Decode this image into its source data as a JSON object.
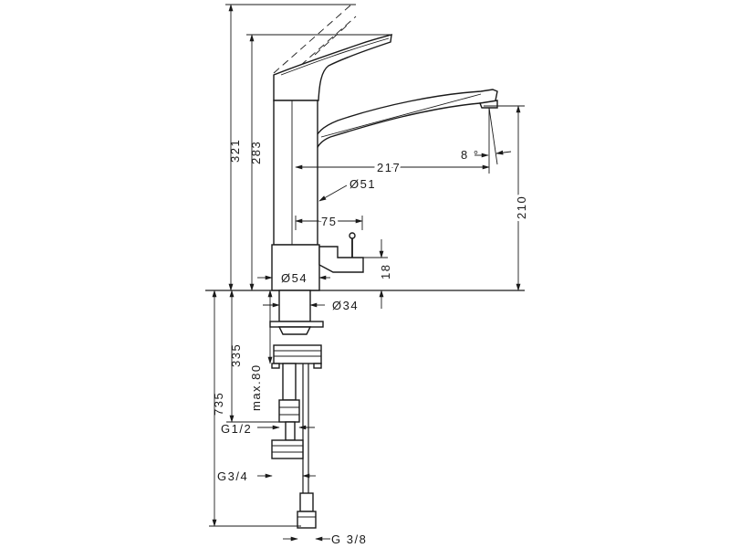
{
  "dimensions": {
    "total_height": "321",
    "spout_height": "283",
    "spout_reach": "217",
    "spout_angle": "8 °",
    "body_diameter": "Ø51",
    "body_to_lever": "75",
    "base_diameter": "Ø54",
    "base_height": "18",
    "shank_diameter": "Ø34",
    "outlet_height": "210",
    "below_deck": "335",
    "max_deck_thickness": "max.80",
    "overall_below": "735",
    "connection_g12": "G1/2",
    "connection_g34": "G3/4",
    "connection_g38": "G 3/8"
  }
}
